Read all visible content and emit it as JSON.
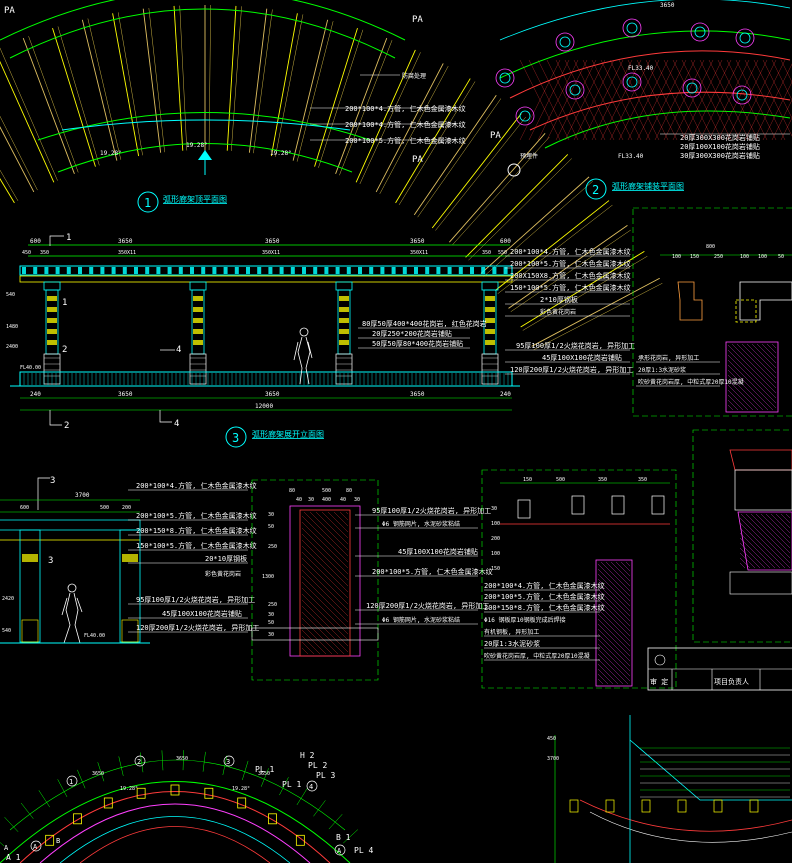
{
  "colors": {
    "background": "#000000",
    "cyan": "#00ffff",
    "white": "#ffffff",
    "green": "#00ff00",
    "yellow": "#ffff00",
    "red": "#ff3b3b",
    "magenta": "#ff40ff",
    "orange": "#ffa040"
  },
  "plan1": {
    "pa_left": "PA",
    "pa_right": "PA",
    "pa_bottom": "PA",
    "angle_left": "19.28°",
    "angle_mid": "19.28°",
    "angle_right": "19.28°",
    "note_top": "防腐处理",
    "callouts": [
      "200*100*4.方管, 仁木色金属漆木纹",
      "200*100*4.方管, 仁木色金属漆木纹",
      "200*100*5.方管, 仁木色金属漆木纹"
    ],
    "title": "弧形廊架顶平面图",
    "number": "1"
  },
  "plan2": {
    "pa_left": "PA",
    "top_dim": "3650",
    "level_top": "FL33.40",
    "level_bottom": "FL33.40",
    "leader_label": "预埋件",
    "callouts": [
      "20厚300X300花岗岩铺贴",
      "20厚100X100花岗岩铺贴",
      "30厚300X300花岗岩铺贴"
    ],
    "title": "弧形廊架铺装平面图",
    "number": "2"
  },
  "elevation": {
    "dims_top": [
      "600",
      "3650",
      "3650",
      "3650",
      "600"
    ],
    "dims_sub": [
      "450",
      "350",
      "350X11",
      "350X11",
      "350X11",
      "350",
      "550"
    ],
    "dims_bottom": [
      "240",
      "3650",
      "3650",
      "3650",
      "240"
    ],
    "total": "12000",
    "level": "FL40.00",
    "left_dims": [
      "540",
      "1480",
      "2400"
    ],
    "grid_labels": [
      "1",
      "1",
      "2",
      "2",
      "4",
      "4"
    ],
    "callouts": [
      "200*100*4.方管, 仁木色金属漆木纹",
      "200*100*5.方管, 仁木色金属漆木纹",
      "200X150X8.方管, 仁木色金属漆木纹",
      "150*100*5.方管, 仁木色金属漆木纹",
      "2*10厚钢板",
      "彩色黄花岗岩",
      "95厚100厚1/2火烧花岗岩, 异形加工",
      "45厚100X100花岗岩铺贴",
      "120厚200厚1/2火烧花岗岩, 异形加工"
    ],
    "mid_callouts": [
      "80厚50厚400*400花岗岩, 红色花岗岩",
      "20厚250*200花岗岩铺贴",
      "50厚50厚80*400花岗岩铺贴"
    ],
    "title": "弧形廊架展开立面图",
    "number": "3"
  },
  "detail_tr": {
    "dims": [
      "800",
      "100",
      "150",
      "250",
      "100",
      "100",
      "50"
    ],
    "callouts": [
      "承形花岗岩, 异形加工",
      "20厚1:3水泥砂浆",
      "吹砂黄花岗岩厚, 中粒式厚20厚10混凝"
    ]
  },
  "section": {
    "top_dim": "3700",
    "dims": [
      "600",
      "500",
      "200"
    ],
    "left_dims": [
      "2420",
      "540"
    ],
    "grid": "3",
    "level": "FL40.00",
    "callouts": [
      "200*100*4.方管, 仁木色金属漆木纹",
      "200*100*5.方管, 仁木色金属漆木纹",
      "200*150*8.方管, 仁木色金属漆木纹",
      "150*100*5.方管, 仁木色金属漆木纹",
      "20*10厚钢板",
      "彩色黄花岗岩",
      "95厚100厚1/2火烧花岗岩, 异形加工",
      "45厚100X100花岗岩铺贴",
      "120厚200厚1/2火烧花岗岩, 异形加工"
    ]
  },
  "col_detail": {
    "dims": [
      "80",
      "500",
      "80",
      "400",
      "40",
      "30",
      "40",
      "30"
    ],
    "side_dims": [
      "30",
      "50",
      "250",
      "1300",
      "250",
      "30",
      "50",
      "30"
    ],
    "callouts": [
      "95厚100厚1/2火烧花岗岩, 异形加工",
      "Φ6 钢筋网片, 水泥砂浆粘结",
      "45厚100X100花岗岩铺贴",
      "200*100*5.方管, 仁木色金属漆木纹",
      "120厚200厚1/2火烧花岗岩, 异形加工",
      "Φ6 钢筋网片, 水泥砂浆粘结"
    ]
  },
  "beam_detail": {
    "dims": [
      "150",
      "500",
      "350",
      "350"
    ],
    "left_dims": [
      "30",
      "100",
      "200",
      "100",
      "150"
    ],
    "callouts": [
      "200*100*4.方管, 仁木色金属漆木纹",
      "200*100*5.方管, 仁木色金属漆木纹",
      "200*150*8.方管, 仁木色金属漆木纹",
      "Φ16 钢板厚10钢板完成后焊接",
      "有机钢板, 异形加工",
      "20厚1:3水泥砂浆",
      "吹砂黄花岗岩厚, 中粒式厚20厚10混凝"
    ]
  },
  "title_block": {
    "row1_left": "审 定",
    "row1_right": "项目负责人"
  },
  "bottom_plan": {
    "grid_labels": [
      "1",
      "2",
      "3",
      "4",
      "A",
      "A",
      "B",
      "A"
    ],
    "dims": [
      "3650",
      "3650",
      "3650",
      "19.28°",
      "19.28°"
    ],
    "tags": [
      "H 2",
      "PL 1",
      "PL 2",
      "PL 3",
      "PL 1",
      "PL 4",
      "B 1",
      "A 1"
    ]
  },
  "bottom_right": {
    "dim": "3700",
    "dim2": "450"
  }
}
